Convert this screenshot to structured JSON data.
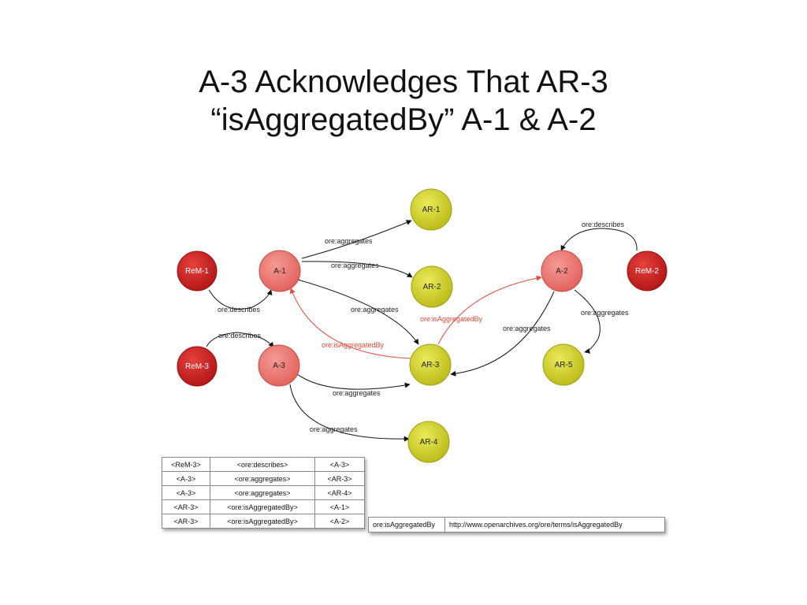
{
  "title": {
    "line1": "A-3 Acknowledges That AR-3",
    "line2": "“isAggregatedBy” A-1 & A-2"
  },
  "colors": {
    "aggregation": "#f07a74",
    "resource_map": "#cc1f1f",
    "aggregated_resource": "#d6d62a",
    "edge": "#111111",
    "highlight_edge": "#e0483a"
  },
  "nodes": {
    "rem1": "ReM-1",
    "rem2": "ReM-2",
    "rem3": "ReM-3",
    "a1": "A-1",
    "a2": "A-2",
    "a3": "A-3",
    "ar1": "AR-1",
    "ar2": "AR-2",
    "ar3": "AR-3",
    "ar4": "AR-4",
    "ar5": "AR-5"
  },
  "edges": {
    "a1_ar1": "ore:aggregates",
    "a1_ar2": "ore:aggregates",
    "a1_ar3": "ore:aggregates",
    "rem1_a1": "ore:describes",
    "rem3_a3": "ore:describes",
    "rem2_a2": "ore:describes",
    "a2_ar3": "ore:aggregates",
    "a2_ar5": "ore:aggregates",
    "a3_ar3": "ore:aggregates",
    "a3_ar4": "ore:aggregates",
    "ar3_a1": "ore:isAggregatedBy",
    "ar3_a2": "ore:isAggregatedBy"
  },
  "triples": [
    [
      "<ReM-3>",
      "<ore:describes>",
      "<A-3>"
    ],
    [
      "<A-3>",
      "<ore:aggregates>",
      "<AR-3>"
    ],
    [
      "<A-3>",
      "<ore:aggregates>",
      "<AR-4>"
    ],
    [
      "<AR-3>",
      "<ore:isAggregatedBy>",
      "<A-1>"
    ],
    [
      "<AR-3>",
      "<ore:isAggregatedBy>",
      "<A-2>"
    ]
  ],
  "namespace": {
    "term": "ore:isAggregatedBy",
    "uri": "http://www.openarchives.org/ore/terms/isAggregatedBy"
  }
}
